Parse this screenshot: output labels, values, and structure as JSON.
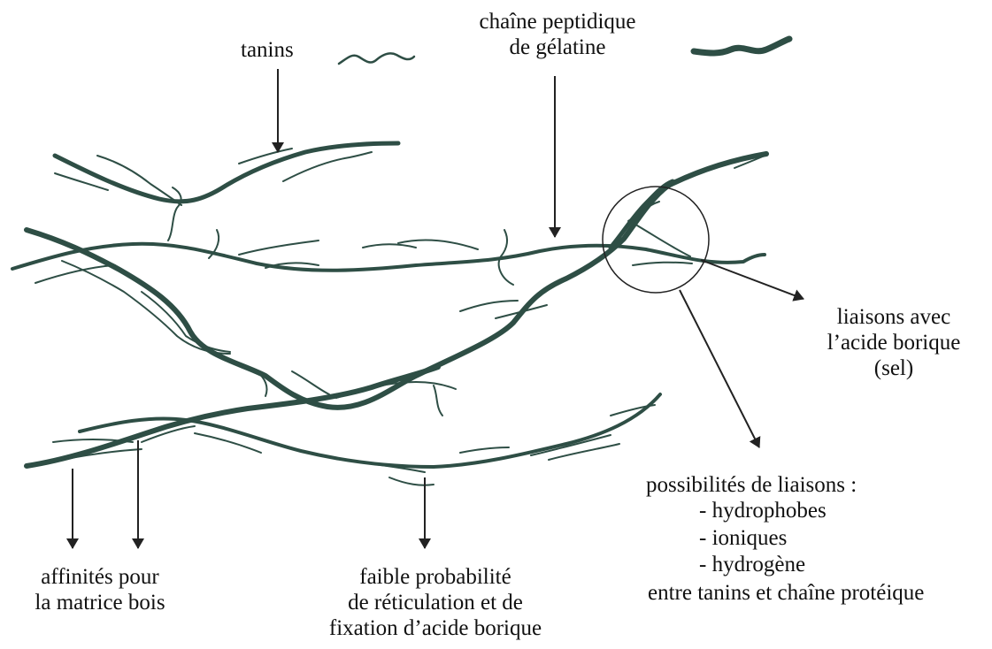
{
  "colors": {
    "chain": "#2e4e45",
    "tannin": "#2e4e45",
    "arrow": "#222222",
    "text": "#111111"
  },
  "labels": {
    "tanins": "tanins",
    "chaine_1": "chaîne peptidique",
    "chaine_2": "de gélatine",
    "liaisons_acide": [
      "liaisons avec",
      "l’acide borique",
      "(sel)"
    ],
    "possibilites_title": "possibilités de liaisons :",
    "possibilites_items": [
      "- hydrophobes",
      "- ioniques",
      "- hydrogène"
    ],
    "possibilites_footer": "entre tanins et chaîne protéique",
    "affinites": [
      "affinités pour",
      "la matrice bois"
    ],
    "faible": [
      "faible probabilité",
      "de réticulation et de",
      "fixation d’acide borique"
    ]
  },
  "legend": {
    "tannin_sample": "thin-wavy-line",
    "gelatin_sample": "thick-wavy-line"
  }
}
